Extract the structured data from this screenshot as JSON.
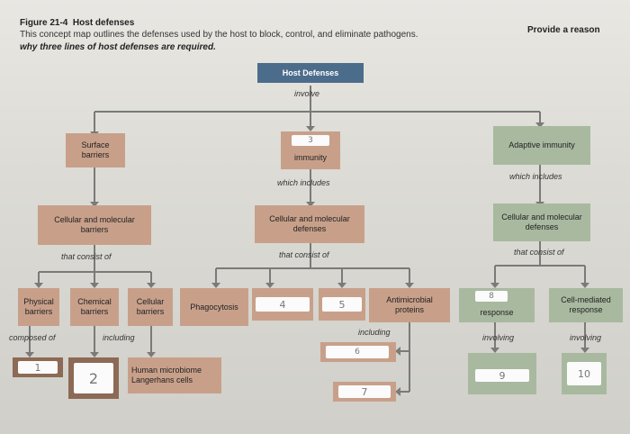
{
  "header": {
    "figure_label": "Figure 21-4",
    "figure_title": "Host defenses",
    "subtitle": "This concept map outlines the defenses used by the host to block, control, and eliminate pathogens.",
    "provide": "Provide a reason",
    "question": "why three lines of host defenses are required."
  },
  "nodes": {
    "host_defenses": "Host Defenses",
    "surface_barriers": "Surface barriers",
    "immunity": "immunity",
    "adaptive_immunity": "Adaptive immunity",
    "cell_mol_barriers": "Cellular and molecular barriers",
    "cell_mol_defenses": "Cellular and molecular defenses",
    "cell_mol_defenses_right": "Cellular and molecular defenses",
    "physical_barriers": "Physical barriers",
    "chemical_barriers": "Chemical barriers",
    "cellular_barriers": "Cellular barriers",
    "phagocytosis": "Phagocytosis",
    "antimicrobial_proteins": "Antimicrobial proteins",
    "response": "response",
    "cell_mediated_response": "Cell-mediated response",
    "human_microbiome": "Human microbiome",
    "langerhans_cells": "Langerhans cells"
  },
  "links": {
    "involve": "involve",
    "which_includes_center": "which includes",
    "which_includes_right": "which includes",
    "consist_left": "that consist of",
    "consist_center": "that consist of",
    "consist_right": "that consist of",
    "composed_of": "composed of",
    "including_left": "including",
    "including_center": "including",
    "involving_1": "involving",
    "involving_2": "involving"
  },
  "answers": {
    "a1": "1",
    "a2": "2",
    "a3": "3",
    "a4": "4",
    "a5": "5",
    "a6": "6",
    "a7": "7",
    "a8": "8",
    "a9": "9",
    "a10": "10"
  },
  "colors": {
    "surface": "#c8a08a",
    "adaptive": "#a9b9a0",
    "title_box": "#4c6c8c",
    "line": "#7a7a78"
  }
}
